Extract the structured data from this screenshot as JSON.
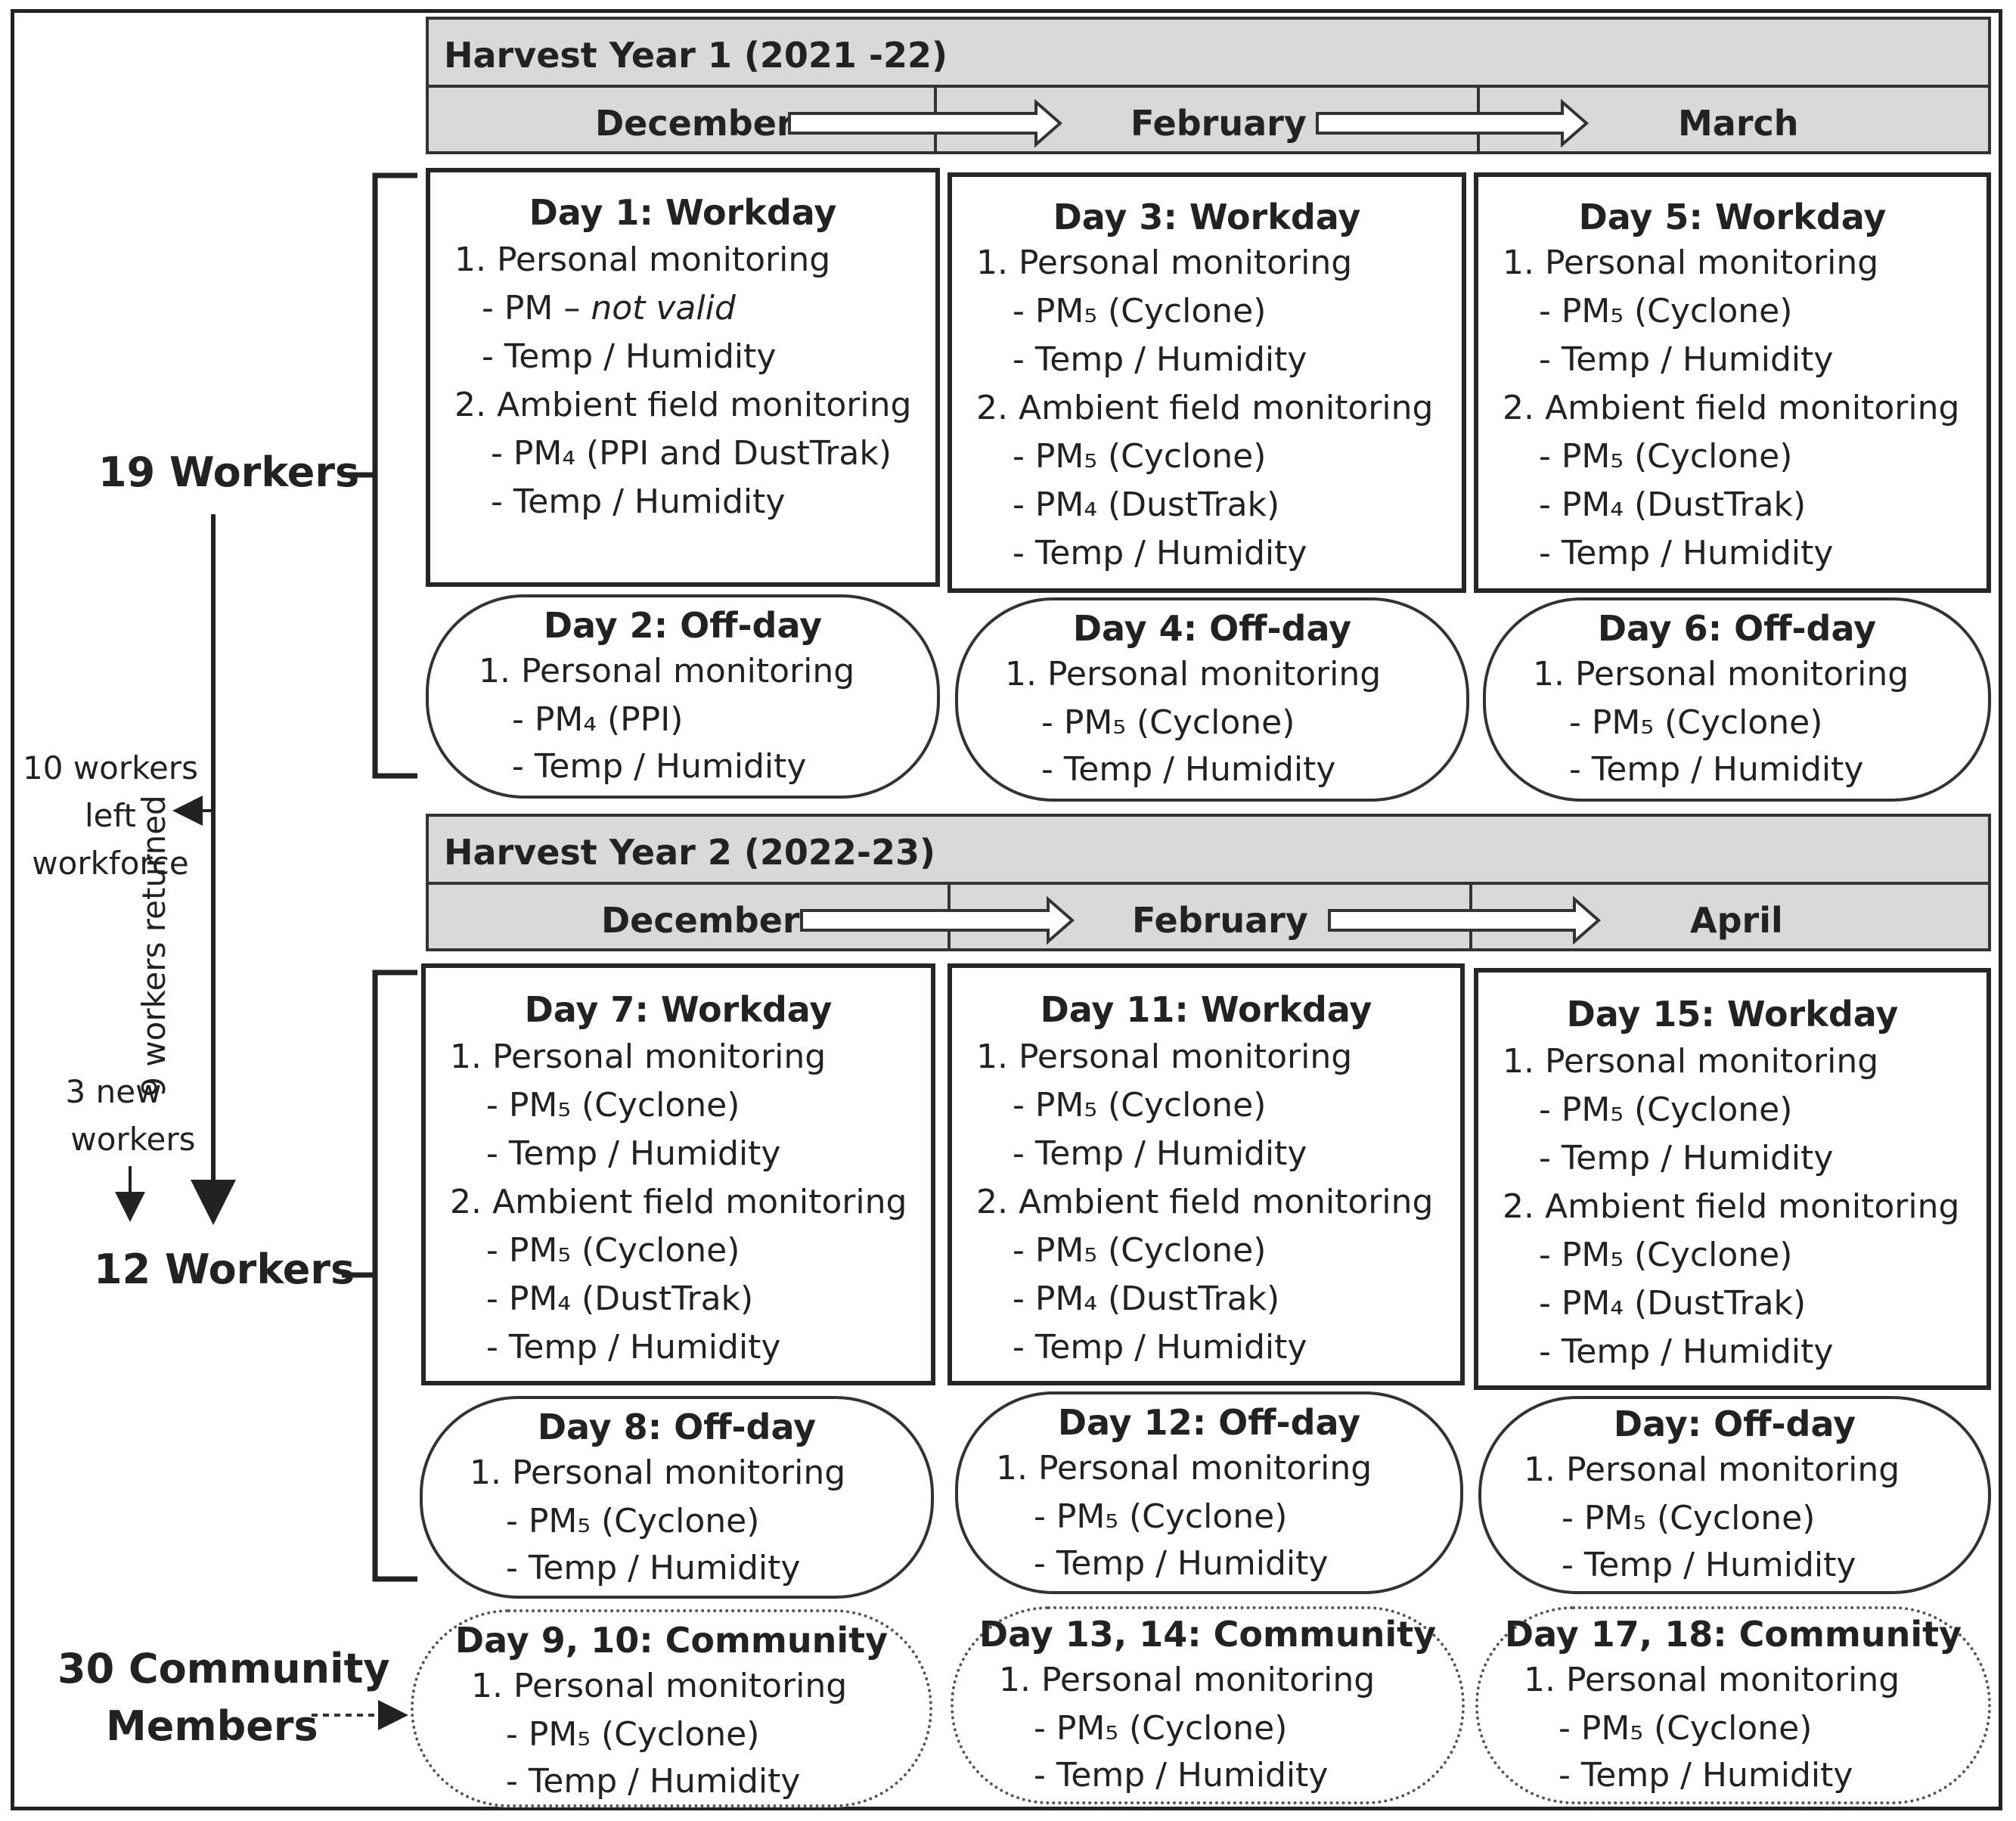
{
  "years": [
    {
      "title": "Harvest Year 1 (2021 -22)",
      "months": [
        "December",
        "February",
        "March"
      ],
      "workdays": [
        {
          "title": "Day 1: Workday",
          "lines": [
            "1. Personal monitoring",
            "- PM – not valid",
            "- Temp / Humidity",
            "2. Ambient field monitoring",
            "- PM₄ (PPI and DustTrak)",
            "- Temp / Humidity"
          ]
        },
        {
          "title": "Day 3: Workday",
          "lines": [
            "1. Personal monitoring",
            "- PM₅ (Cyclone)",
            "- Temp / Humidity",
            "2. Ambient field monitoring",
            "- PM₅ (Cyclone)",
            "- PM₄ (DustTrak)",
            "- Temp / Humidity"
          ]
        },
        {
          "title": "Day 5: Workday",
          "lines": [
            "1. Personal monitoring",
            "- PM₅ (Cyclone)",
            "- Temp / Humidity",
            "2. Ambient field monitoring",
            "- PM₅ (Cyclone)",
            "- PM₄ (DustTrak)",
            "- Temp / Humidity"
          ]
        }
      ],
      "offdays": [
        {
          "title": "Day 2: Off-day",
          "lines": [
            "1. Personal monitoring",
            "- PM₄ (PPI)",
            "- Temp / Humidity"
          ]
        },
        {
          "title": "Day 4: Off-day",
          "lines": [
            "1. Personal monitoring",
            "- PM₅ (Cyclone)",
            "- Temp / Humidity"
          ]
        },
        {
          "title": "Day 6: Off-day",
          "lines": [
            "1. Personal monitoring",
            "- PM₅ (Cyclone)",
            "- Temp / Humidity"
          ]
        }
      ]
    },
    {
      "title": "Harvest Year 2 (2022-23)",
      "months": [
        "December",
        "February",
        "April"
      ],
      "workdays": [
        {
          "title": "Day 7: Workday",
          "lines": [
            "1. Personal monitoring",
            "- PM₅ (Cyclone)",
            "- Temp / Humidity",
            "2. Ambient field monitoring",
            "- PM₅ (Cyclone)",
            "- PM₄ (DustTrak)",
            "- Temp / Humidity"
          ]
        },
        {
          "title": "Day 11: Workday",
          "lines": [
            "1. Personal monitoring",
            "- PM₅ (Cyclone)",
            "- Temp / Humidity",
            "2. Ambient field monitoring",
            "- PM₅ (Cyclone)",
            "- PM₄ (DustTrak)",
            "- Temp / Humidity"
          ]
        },
        {
          "title": "Day 15: Workday",
          "lines": [
            "1. Personal monitoring",
            "- PM₅ (Cyclone)",
            "- Temp / Humidity",
            "2. Ambient field monitoring",
            "- PM₅ (Cyclone)",
            "- PM₄ (DustTrak)",
            "- Temp / Humidity"
          ]
        }
      ],
      "offdays": [
        {
          "title": "Day 8: Off-day",
          "lines": [
            "1. Personal monitoring",
            "- PM₅ (Cyclone)",
            "- Temp / Humidity"
          ]
        },
        {
          "title": "Day 12: Off-day",
          "lines": [
            "1. Personal monitoring",
            "- PM₅ (Cyclone)",
            "- Temp / Humidity"
          ]
        },
        {
          "title": "Day: Off-day",
          "lines": [
            "1. Personal monitoring",
            "- PM₅ (Cyclone)",
            "- Temp / Humidity"
          ]
        }
      ],
      "community": [
        {
          "title": "Day 9, 10: Community",
          "lines": [
            "1. Personal monitoring",
            "- PM₅ (Cyclone)",
            "- Temp / Humidity"
          ]
        },
        {
          "title": "Day 13, 14: Community",
          "lines": [
            "1. Personal monitoring",
            "- PM₅ (Cyclone)",
            "- Temp / Humidity"
          ]
        },
        {
          "title": "Day 17, 18: Community",
          "lines": [
            "1. Personal monitoring",
            "- PM₅ (Cyclone)",
            "- Temp / Humidity"
          ]
        }
      ]
    }
  ],
  "groups": {
    "workers_year1": "19 Workers",
    "workers_year2": "12 Workers",
    "community": [
      "30 Community",
      "Members"
    ]
  },
  "flows": {
    "left_workforce": [
      "10 workers",
      "left",
      "workforce"
    ],
    "returned": "9 workers returned",
    "new_workers": [
      "3 new",
      "workers"
    ]
  }
}
